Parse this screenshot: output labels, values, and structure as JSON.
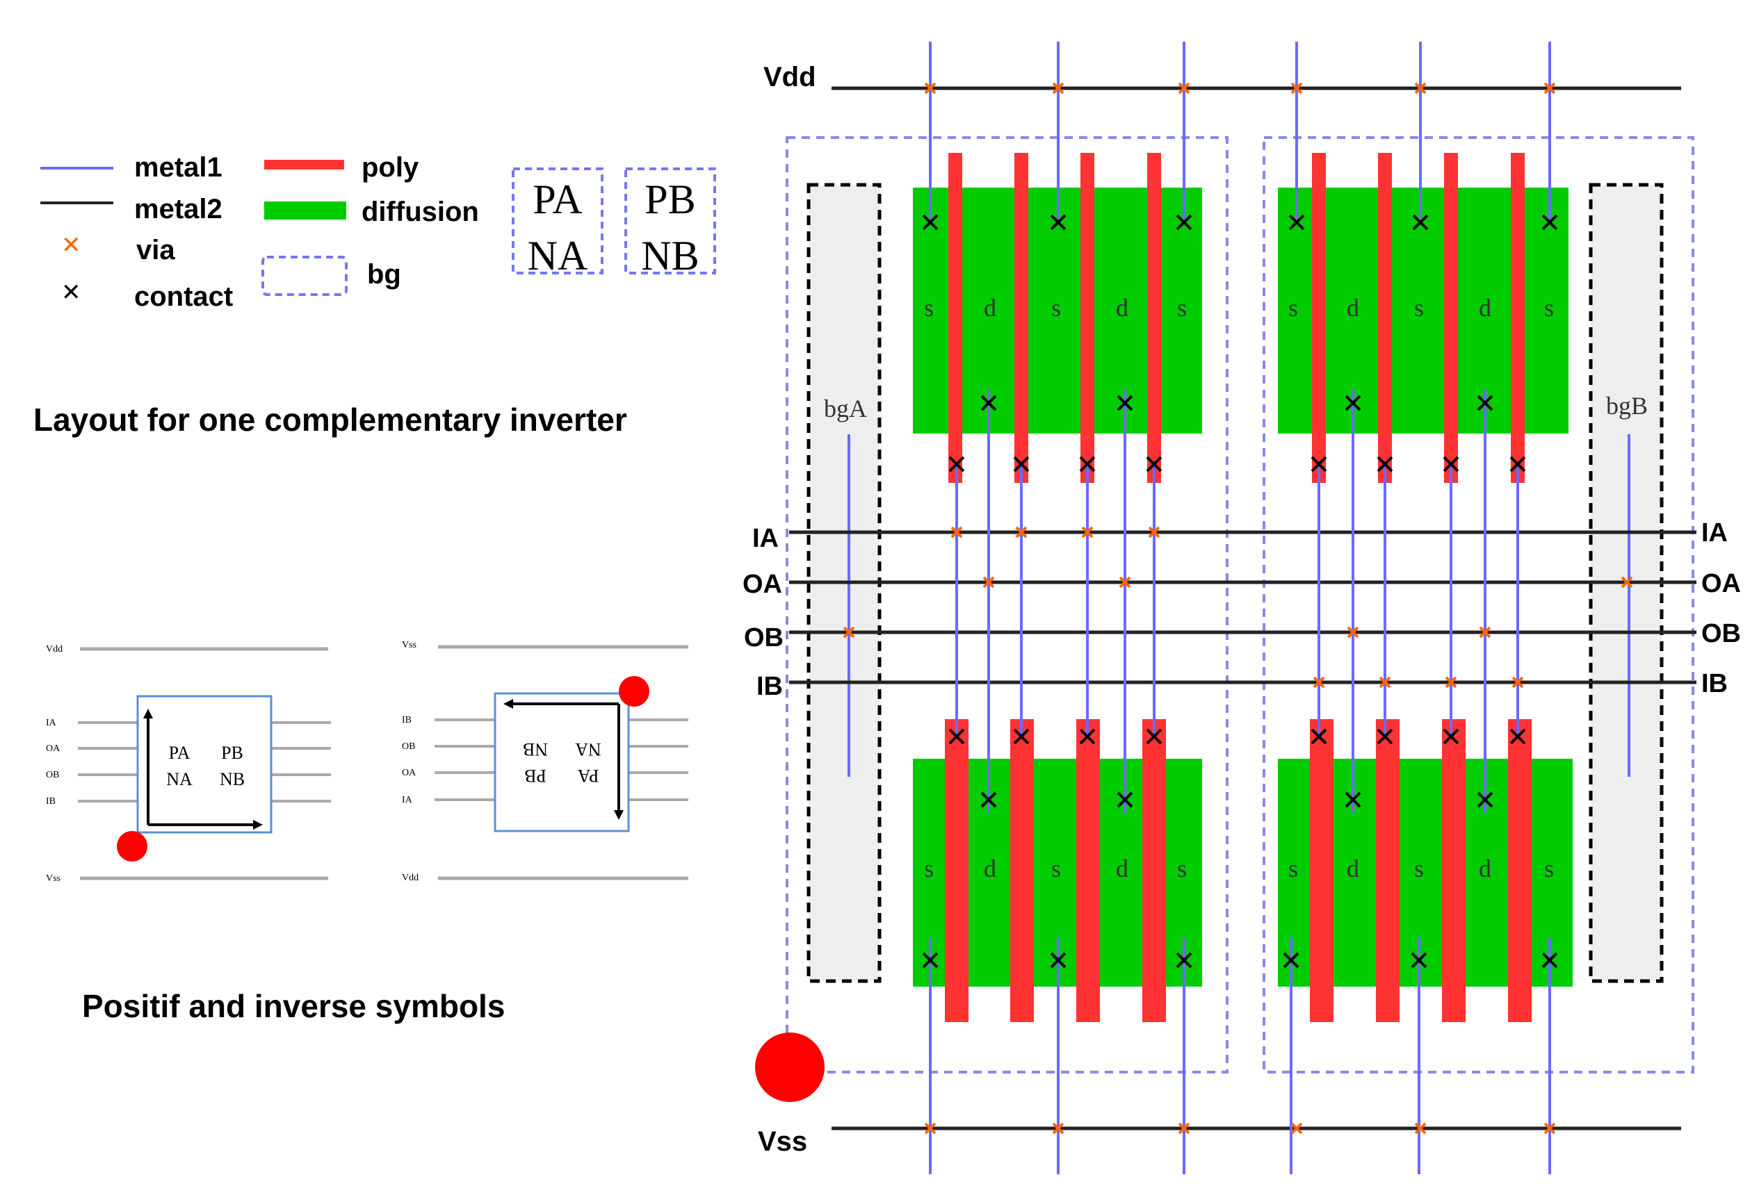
{
  "legend": {
    "items": [
      {
        "key": "metal1",
        "label": "metal1",
        "color": "#6a6aff",
        "symbol": "line"
      },
      {
        "key": "metal2",
        "label": "metal2",
        "color": "#222222",
        "symbol": "line"
      },
      {
        "key": "via",
        "label": "via",
        "color": "#ff6600",
        "symbol": "cross"
      },
      {
        "key": "contact",
        "label": "contact",
        "color": "#000000",
        "symbol": "cross"
      },
      {
        "key": "poly",
        "label": "poly",
        "color": "#ff3333",
        "symbol": "thick-line"
      },
      {
        "key": "diffusion",
        "label": "diffusion",
        "color": "#00cc00",
        "symbol": "thick-line"
      },
      {
        "key": "bg",
        "label": "bg",
        "color": "#7777ee",
        "symbol": "dashed-box"
      }
    ],
    "cell_a": {
      "top": "PA",
      "bottom": "NA"
    },
    "cell_b": {
      "top": "PB",
      "bottom": "NB"
    }
  },
  "captions": {
    "layout": "Layout  for one complementary inverter",
    "symbols": "Positif and inverse symbols"
  },
  "symbol_positive": {
    "rails": {
      "top": "Vdd",
      "bottom": "Vss"
    },
    "pins": [
      "IA",
      "OA",
      "OB",
      "IB"
    ],
    "text": {
      "tl": "PA",
      "tr": "PB",
      "bl": "NA",
      "br": "NB"
    }
  },
  "symbol_inverse": {
    "rails": {
      "top": "Vss",
      "bottom": "Vdd"
    },
    "pins": [
      "IB",
      "OB",
      "OA",
      "IA"
    ],
    "text": {
      "tl": "NB",
      "tr": "NA",
      "bl": "PB",
      "br": "PA"
    }
  },
  "layout": {
    "rails": {
      "top": "Vdd",
      "bottom": "Vss"
    },
    "buses_left": [
      "IA",
      "OA",
      "OB",
      "IB"
    ],
    "buses_right": [
      "IA",
      "OA",
      "OB",
      "IB"
    ],
    "gates": {
      "a": "bgA",
      "b": "bgB"
    },
    "terminals": [
      "s",
      "d",
      "s",
      "d",
      "s"
    ]
  },
  "colors": {
    "metal1": "#6a6aff",
    "metal2": "#222222",
    "poly": "#ff3333",
    "diffusion": "#00cc00",
    "via": "#ff6600",
    "contact": "#000000",
    "bg": "#7777ee",
    "marker": "#ff0000",
    "gate_fill": "#eeeeee"
  }
}
